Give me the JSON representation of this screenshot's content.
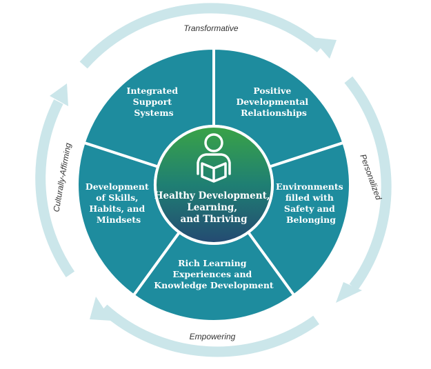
{
  "center": {
    "lines": [
      "Healthy Development,",
      "Learning,",
      "and Thriving"
    ],
    "icon": "person-reading-icon"
  },
  "segments": [
    {
      "key": "integrated",
      "lines": [
        "Integrated",
        "Support",
        "Systems"
      ]
    },
    {
      "key": "positive",
      "lines": [
        "Positive",
        "Developmental",
        "Relationships"
      ]
    },
    {
      "key": "environments",
      "lines": [
        "Environments",
        "filled with",
        "Safety and",
        "Belonging"
      ]
    },
    {
      "key": "rich",
      "lines": [
        "Rich Learning",
        "Experiences and",
        "Knowledge Development"
      ]
    },
    {
      "key": "development",
      "lines": [
        "Development",
        "of Skills,",
        "Habits, and",
        "Mindsets"
      ]
    }
  ],
  "ring_labels": {
    "top": "Transformative",
    "right": "Personalized",
    "bottom": "Empowering",
    "left": "Culturally-Affirming"
  },
  "colors": {
    "segment_fill": "#1e8c9e",
    "segment_divider": "#ffffff",
    "ring": "#cbe6ea",
    "center_top": "#3aa346",
    "center_mid": "#1f7f73",
    "center_bottom": "#244a72"
  }
}
